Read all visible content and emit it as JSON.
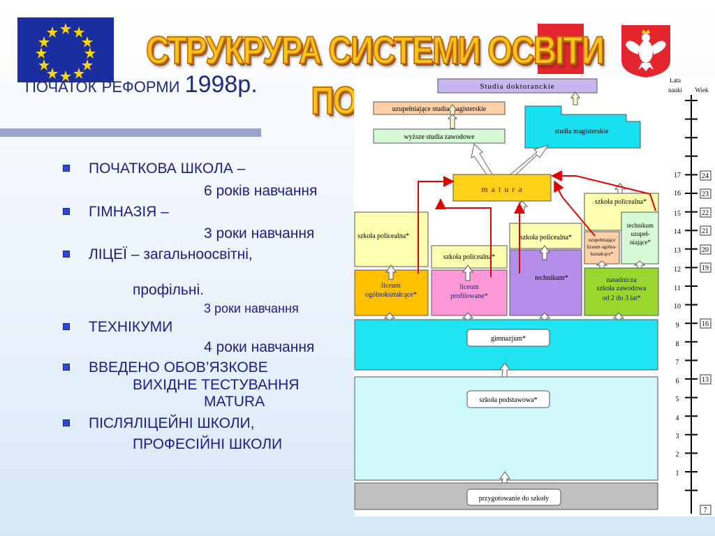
{
  "header": {
    "title": "СТРУКРУРА СИСТЕМИ ОСВІТИ ПОЛЬЩІ",
    "subtitle_a": "ПОЧАТОК",
    "subtitle_b": "РЕФОРМИ",
    "subtitle_year": "1998р."
  },
  "bullets": {
    "b1": " ПОЧАТКОВА ШКОЛА –",
    "b1_sub": "6 років навчання",
    "b2": "ГІМНАЗІЯ –",
    "b2_sub": "3 роки навчання",
    "b3": "ЛІЦЕЇ – загальноосвітні,",
    "b3_sub": "профільні.",
    "b3_sub2": "3 роки навчання",
    "b4": "ТЕХНІКУМИ",
    "b4_sub": "4 роки навчання",
    "b5": "ВВЕДЕНО ОБОВ’ЯЗКОВЕ",
    "b5_sub": "ВИХІДНЕ ТЕСТУВАННЯ",
    "b5_sub2": "MATURA",
    "b6": "ПІСЛЯЛІЦЕЙНІ ШКОЛИ,",
    "b6_sub": "ПРОФЕСІЙНІ ШКОЛИ"
  },
  "diagram": {
    "doctoral": "Studia doktoranckie",
    "supp_master": "uzupełniające studia magisterskie",
    "higher_voc": "wyższe studia zawodowe",
    "master": "studia magisterskie",
    "matura": "m a t u r a",
    "post1": "szkoła policealna*",
    "post2": "szkoła policealna*",
    "post3": "szkoła policealna*",
    "post4": "szkoła policealna*",
    "lic_gen_1": "liceum",
    "lic_gen_2": "ogólnokształcące*",
    "lic_prof_1": "liceum",
    "lic_prof_2": "profilowane*",
    "technikum": "technikum*",
    "supp_lic_1": "uzupełniające",
    "supp_lic_2": "liceum ogólno-",
    "supp_lic_3": "kształcące*",
    "supp_tech_1": "technikum",
    "supp_tech_2": "uzupeł-",
    "supp_tech_3": "niające*",
    "voc_1": "zasadnicza",
    "voc_2": "szkoła zawodowa",
    "voc_3": "od 2 do 3 lat*",
    "gimnazjum": "gimnazjum*",
    "primary": "szkoła podstawowa*",
    "preschool": "przygotowanie do szkoły",
    "years_label_1": "Lata",
    "years_label_2": "nauki",
    "age_label": "Wiek",
    "years": [
      "17",
      "16",
      "15",
      "14",
      "13",
      "12",
      "11",
      "10",
      "9",
      "8",
      "7",
      "6",
      "5",
      "4",
      "3",
      "2",
      "1"
    ],
    "ages": [
      "24",
      "23",
      "22",
      "21",
      "20",
      "19",
      "16",
      "13",
      "7"
    ],
    "colors": {
      "doctoral": "#c7b6ee",
      "supp_master": "#ffd0a8",
      "higher_voc": "#d6fad6",
      "master": "#17e0f0",
      "matura": "#ffd21a",
      "post": "#ffffb0",
      "lic_gen": "#ffc000",
      "lic_prof": "#ff99d6",
      "technikum": "#b48ee8",
      "voc": "#99d62e",
      "gimnazjum": "#1fe3f0",
      "primary": "#cff8fb",
      "preschool": "#c0c0c0",
      "red_arrow": "#e00000"
    }
  }
}
